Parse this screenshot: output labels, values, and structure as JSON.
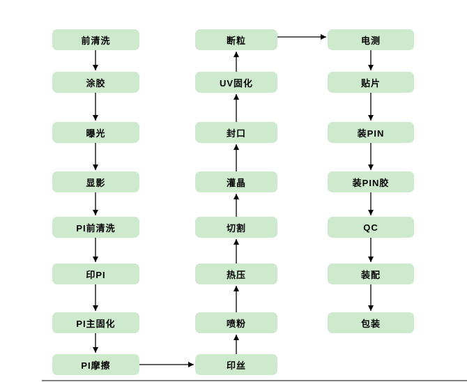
{
  "diagram": {
    "type": "flowchart",
    "columns": {
      "left": [
        "前清洗",
        "涂胶",
        "曝光",
        "显影",
        "PI前清洗",
        "印PI",
        "PI主固化",
        "PI摩擦"
      ],
      "middle": [
        "断粒",
        "UV固化",
        "封口",
        "灌晶",
        "切割",
        "热压",
        "喷粉",
        "印丝"
      ],
      "right": [
        "电测",
        "贴片",
        "装PIN",
        "装PIN胶",
        "QC",
        "装配",
        "包装"
      ]
    },
    "flow_directions": {
      "left_column": "top-to-bottom",
      "middle_column": "bottom-to-top",
      "right_column": "top-to-bottom",
      "cross_links": [
        "PI摩擦 → 印丝",
        "断粒 → 电测"
      ]
    },
    "process_sequence": [
      "前清洗",
      "涂胶",
      "曝光",
      "显影",
      "PI前清洗",
      "印PI",
      "PI主固化",
      "PI摩擦",
      "印丝",
      "喷粉",
      "热压",
      "切割",
      "灌晶",
      "封口",
      "UV固化",
      "断粒",
      "电测",
      "贴片",
      "装PIN",
      "装PIN胶",
      "QC",
      "装配",
      "包装"
    ],
    "colors": {
      "node_fill": "#cdeacd",
      "node_text": "#000000",
      "arrow": "#000000",
      "background": "#ffffff"
    }
  }
}
